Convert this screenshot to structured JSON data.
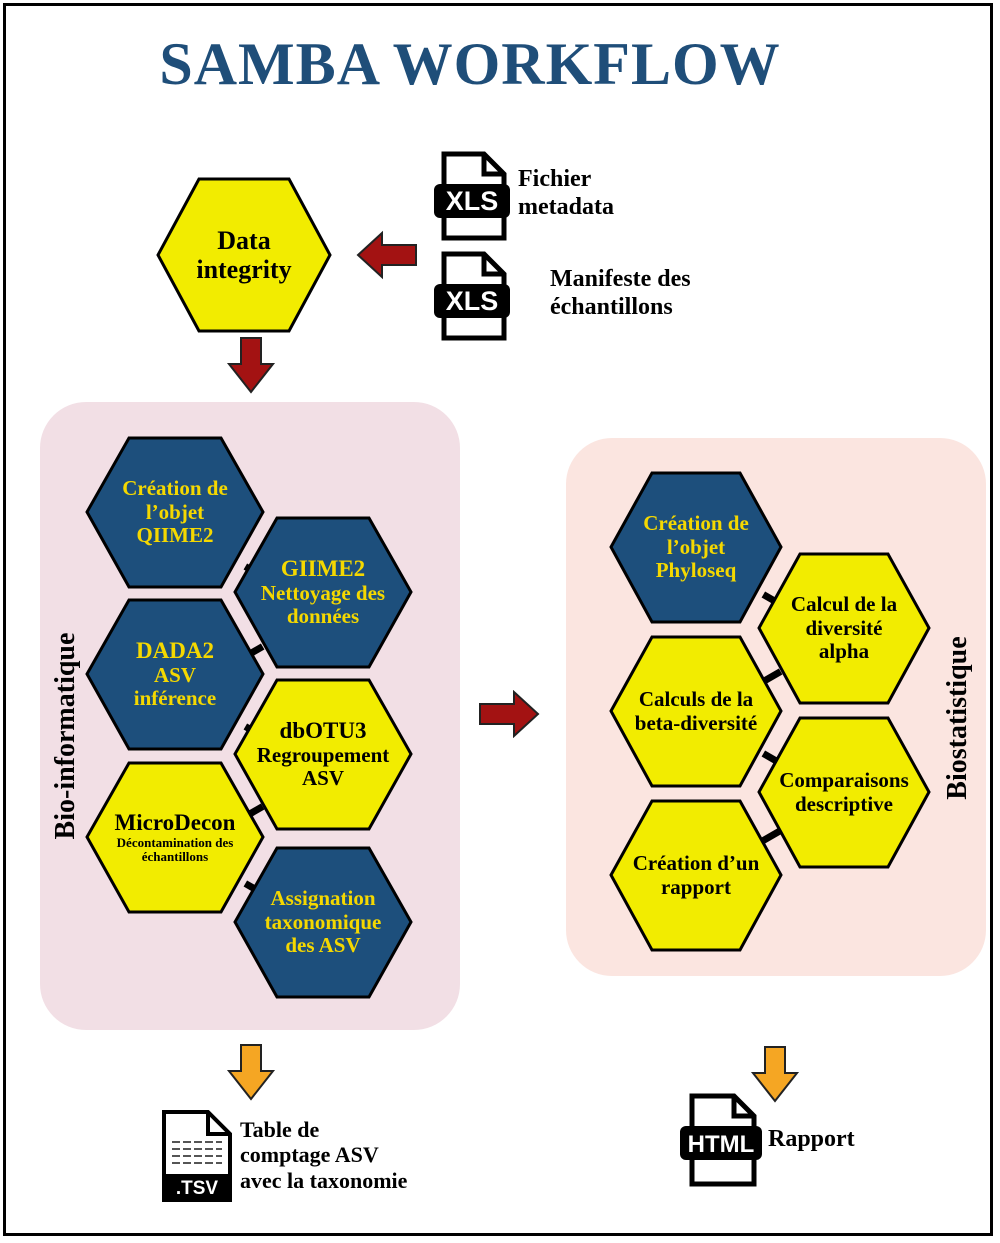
{
  "title": "SAMBA WORKFLOW",
  "inputs": {
    "metadata": {
      "icon_text": "XLS",
      "label_line1": "Fichier",
      "label_line2": "metadata"
    },
    "manifest": {
      "icon_text": "XLS",
      "label_line1": "Manifeste des",
      "label_line2": "échantillons"
    }
  },
  "data_integrity": {
    "line1": "Data",
    "line2": "integrity"
  },
  "bio": {
    "section_label": "Bio-informatique",
    "steps": [
      {
        "lines": [
          "Création de",
          "l’objet",
          "QIIME2"
        ]
      },
      {
        "lines": [
          "GIIME2",
          "Nettoyage des",
          "données"
        ]
      },
      {
        "lines": [
          "DADA2",
          "ASV",
          "inférence"
        ]
      },
      {
        "lines": [
          "dbOTU3",
          "Regroupement",
          "ASV"
        ]
      },
      {
        "lines": [
          "MicroDecon",
          "Décontamination des",
          "échantillons"
        ]
      },
      {
        "lines": [
          "Assignation",
          "taxonomique",
          "des ASV"
        ]
      }
    ]
  },
  "stat": {
    "section_label": "Biostatistique",
    "steps": [
      {
        "lines": [
          "Création de",
          "l’objet",
          "Phyloseq"
        ]
      },
      {
        "lines": [
          "Calcul de la",
          "diversité",
          "alpha"
        ]
      },
      {
        "lines": [
          "Calculs de la",
          "beta-diversité"
        ]
      },
      {
        "lines": [
          "Comparaisons",
          "descriptive"
        ]
      },
      {
        "lines": [
          "Création d’un",
          "rapport"
        ]
      }
    ]
  },
  "outputs": {
    "table": {
      "icon_text": ".TSV",
      "line1": "Table de",
      "line2": "comptage ASV",
      "line3": "avec la taxonomie"
    },
    "report": {
      "icon_text": "HTML",
      "label": "Rapport"
    }
  },
  "colors": {
    "title": "#1f4e79",
    "blue_hex": "#1d4f7c",
    "yellow_hex": "#f2ec00",
    "red_arrow": "#a31212",
    "orange_arrow": "#f5a623"
  }
}
